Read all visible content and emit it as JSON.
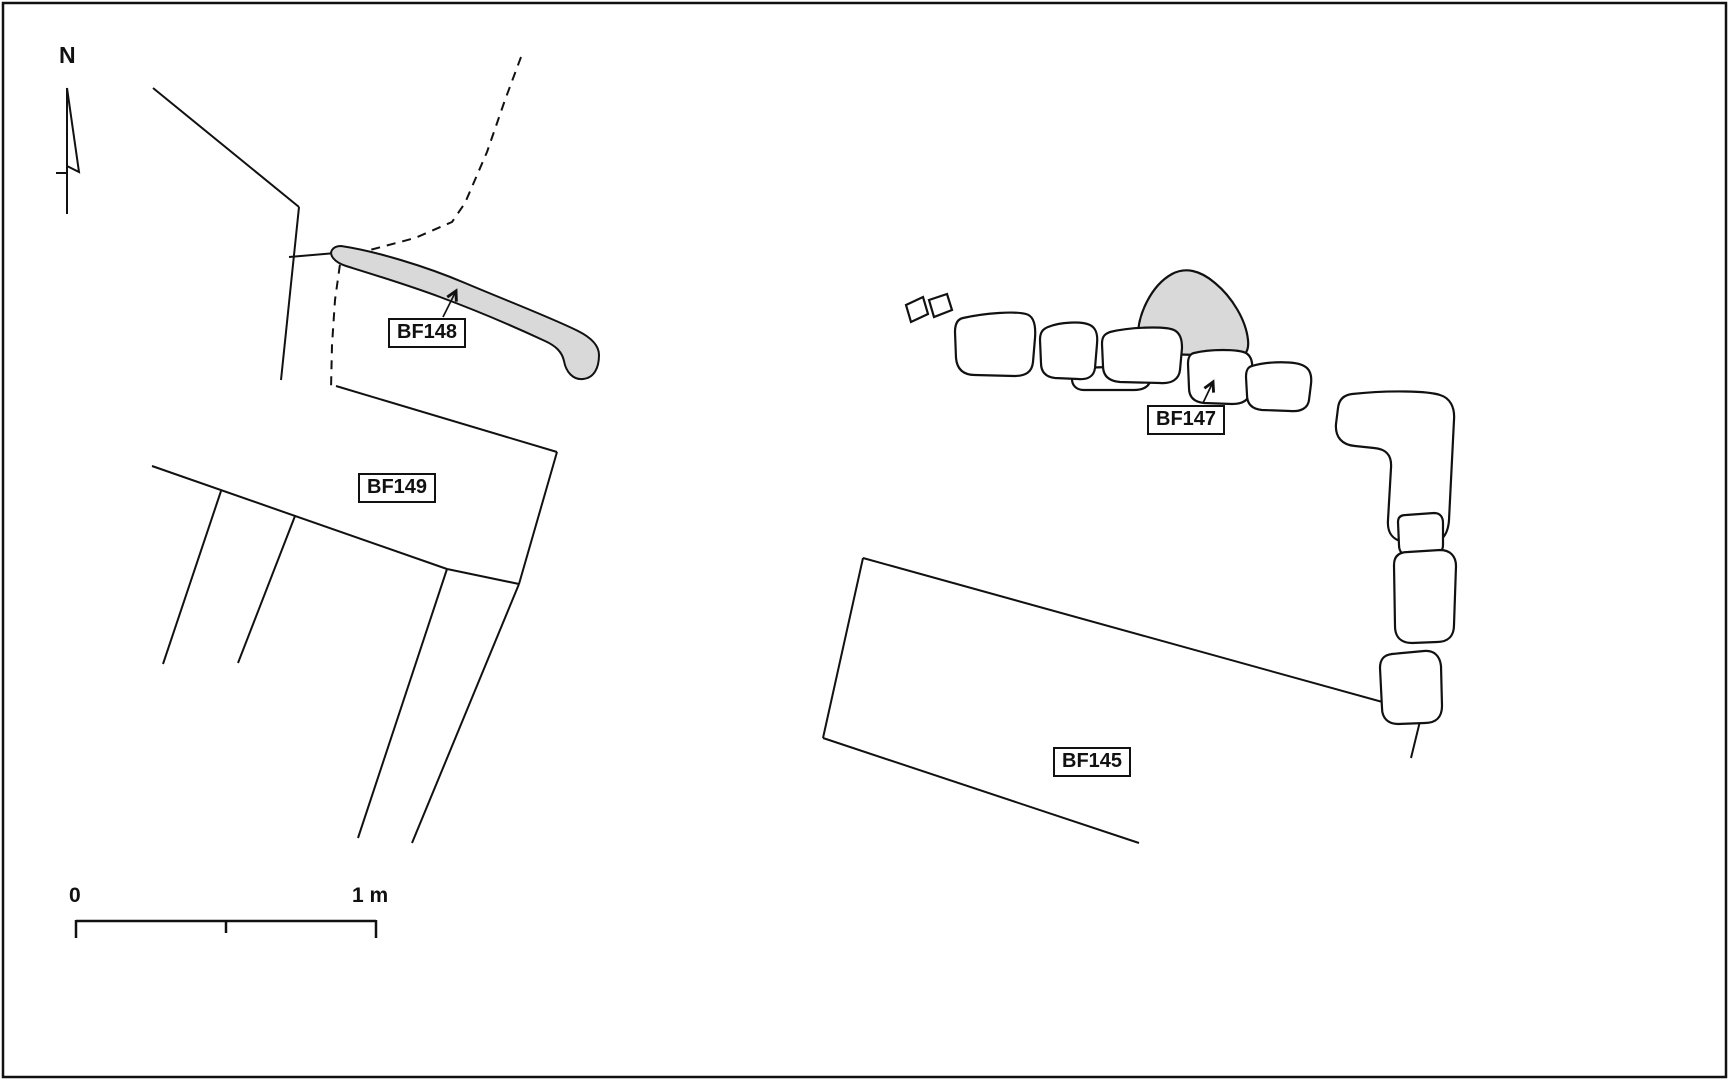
{
  "figure": {
    "north_label": "N",
    "features": {
      "bf148": {
        "label": "BF148"
      },
      "bf149": {
        "label": "BF149"
      },
      "bf147": {
        "label": "BF147"
      },
      "bf145": {
        "label": "BF145"
      }
    },
    "scale_bar": {
      "start_label": "0",
      "end_label": "1 m"
    },
    "icons": {
      "north_arrow": "north-arrow-icon"
    },
    "colors": {
      "line": "#111111",
      "shaded_fill": "#d9d9d9",
      "background": "#ffffff",
      "label_background": "#ffffff"
    }
  }
}
